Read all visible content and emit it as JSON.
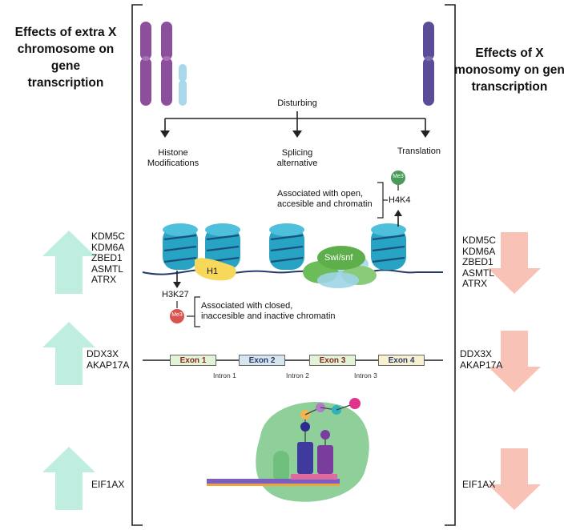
{
  "left_heading": [
    "Effects of extra X",
    "chromosome on gene",
    "transcription"
  ],
  "right_heading": [
    "Effects of X",
    "monosomy on gen",
    "transcription"
  ],
  "gene_groups": [
    {
      "genes": [
        "KDM5C",
        "KDM6A",
        "ZBED1",
        "ASMTL",
        "ATRX"
      ]
    },
    {
      "genes": [
        "DDX3X",
        "AKAP17A"
      ]
    },
    {
      "genes": [
        "EIF1AX"
      ]
    }
  ],
  "disturbing": "Disturbing",
  "branches": [
    [
      "Histone",
      "Modifications"
    ],
    [
      "Splicing",
      "alternative"
    ],
    [
      "Translation"
    ]
  ],
  "open_note": [
    "Associated with open,",
    "accesible and chromatin"
  ],
  "closed_note": [
    "Associated with closed,",
    "inaccesible and inactive chromatin"
  ],
  "h4k4": "H4K4",
  "h3k27": "H3K27",
  "me3": "Me3",
  "h1": "H1",
  "swisnf": "Swi/snf",
  "exons": [
    "Exon 1",
    "Exon 2",
    "Exon 3",
    "Exon 4"
  ],
  "introns": [
    "Intron 1",
    "Intron 2",
    "Intron 3"
  ],
  "colors": {
    "up_arrow": "#bfeee0",
    "down_arrow": "#f9c2b6",
    "chromosome": "#8b4f9c",
    "nucleosome": "#27a3c4",
    "me3_green": "#4a9a5a",
    "me3_red": "#d9534f",
    "swisnf": "#7cc86a",
    "ribosome": "#8fcf9a"
  }
}
